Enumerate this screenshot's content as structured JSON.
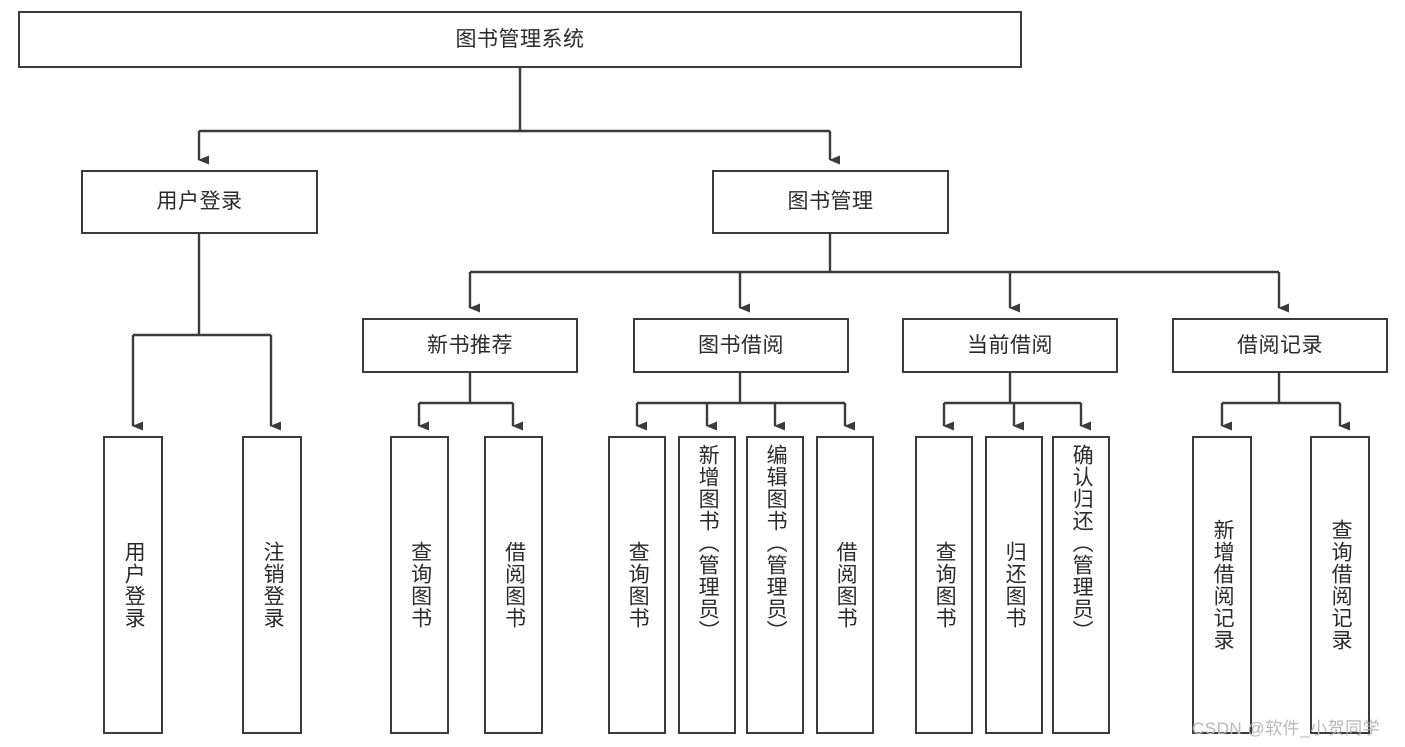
{
  "diagram": {
    "type": "tree",
    "title": "图书管理系统",
    "orientation": "top-down",
    "nodes": {
      "root": {
        "label": "图书管理系统",
        "level": 0
      },
      "l1": [
        {
          "id": "user_login",
          "label": "用户登录"
        },
        {
          "id": "book_manage",
          "label": "图书管理"
        }
      ],
      "l2": [
        {
          "id": "new_book_rec",
          "label": "新书推荐",
          "parent": "book_manage"
        },
        {
          "id": "book_borrow",
          "label": "图书借阅",
          "parent": "book_manage"
        },
        {
          "id": "current_borrow",
          "label": "当前借阅",
          "parent": "book_manage"
        },
        {
          "id": "borrow_record",
          "label": "借阅记录",
          "parent": "book_manage"
        }
      ],
      "leaves": [
        {
          "id": "leaf_user_login",
          "label": "用户登录",
          "parent": "user_login"
        },
        {
          "id": "leaf_user_logout",
          "label": "注销登录",
          "parent": "user_login"
        },
        {
          "id": "leaf_query_book_1",
          "label": "查询图书",
          "parent": "new_book_rec"
        },
        {
          "id": "leaf_borrow_book_1",
          "label": "借阅图书",
          "parent": "new_book_rec"
        },
        {
          "id": "leaf_query_book_2",
          "label": "查询图书",
          "parent": "book_borrow"
        },
        {
          "id": "leaf_add_book",
          "label": "新增图书（管理员）",
          "parent": "book_borrow"
        },
        {
          "id": "leaf_edit_book",
          "label": "编辑图书（管理员）",
          "parent": "book_borrow"
        },
        {
          "id": "leaf_borrow_book_2",
          "label": "借阅图书",
          "parent": "book_borrow"
        },
        {
          "id": "leaf_query_book_3",
          "label": "查询图书",
          "parent": "current_borrow"
        },
        {
          "id": "leaf_return_book",
          "label": "归还图书",
          "parent": "current_borrow"
        },
        {
          "id": "leaf_confirm_return",
          "label": "确认归还（管理员）",
          "parent": "current_borrow"
        },
        {
          "id": "leaf_add_record",
          "label": "新增借阅记录",
          "parent": "borrow_record"
        },
        {
          "id": "leaf_query_record",
          "label": "查询借阅记录",
          "parent": "borrow_record"
        }
      ]
    },
    "colors": {
      "stroke": "#3b3b3b",
      "fill": "#ffffff",
      "text": "#2b2b2b",
      "watermark": "#b8b8b8"
    }
  },
  "watermark": {
    "text": "CSDN @软件_小贺同学"
  }
}
